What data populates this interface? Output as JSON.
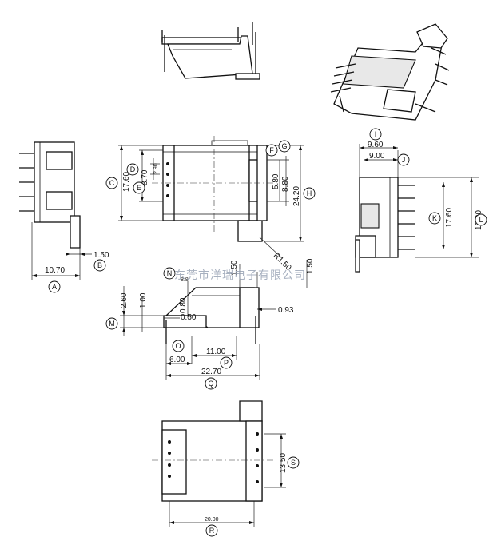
{
  "watermark": "东莞市洋瑞电子有限公司",
  "colors": {
    "line": "#111111",
    "background": "#ffffff",
    "watermark": "#9aa4b6"
  },
  "dimensions": {
    "d_10_70": "10.70",
    "d_1_50_left": "1.50",
    "d_17_60_front": "17.60",
    "d_8_70": "8.70",
    "d_2_90": "2.90",
    "d_5_80": "5.80",
    "d_8_80": "8.80",
    "d_24_20": "24.20",
    "d_r1_50": "R1.50",
    "d_9_60": "9.60",
    "d_9_00": "9.00",
    "d_17_60_side": "17.60",
    "d_19_00": "19.00",
    "d_1_50_a": "1.50",
    "d_1_50_b": "1.50",
    "d_2_60": "2.60",
    "d_1_00": "1.00",
    "d_0_50": "0.50",
    "d_0_80": "0.80",
    "d_0_93": "0.93",
    "d_6_00": "6.00",
    "d_11_00": "11.00",
    "d_22_70": "22.70",
    "d_13_50": "13.50",
    "d_20_00": "20.00",
    "d_small_label": "8.8"
  },
  "balloons": {
    "A": "A",
    "B": "B",
    "C": "C",
    "D": "D",
    "E": "E",
    "F": "F",
    "G": "G",
    "H": "H",
    "I": "I",
    "J": "J",
    "K": "K",
    "L": "L",
    "M": "M",
    "N": "N",
    "O": "O",
    "P": "P",
    "Q": "Q",
    "R": "R",
    "S": "S"
  }
}
